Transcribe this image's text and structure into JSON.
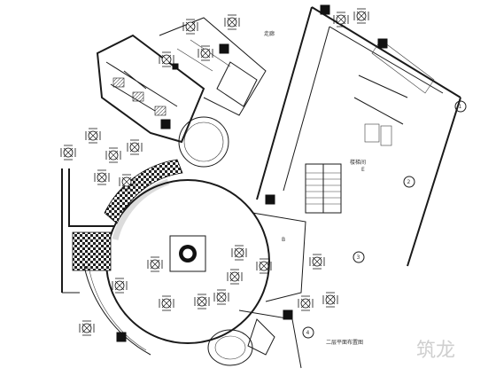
{
  "drawing": {
    "labels": {
      "stair_note": "楼梯间",
      "corridor_note": "走廊",
      "bottom_caption": "二层平面布置图",
      "stair_tag": "E",
      "room_tag": "B"
    },
    "axis_markers": [
      "1",
      "2",
      "3",
      "4"
    ],
    "watermark": "筑龙"
  }
}
